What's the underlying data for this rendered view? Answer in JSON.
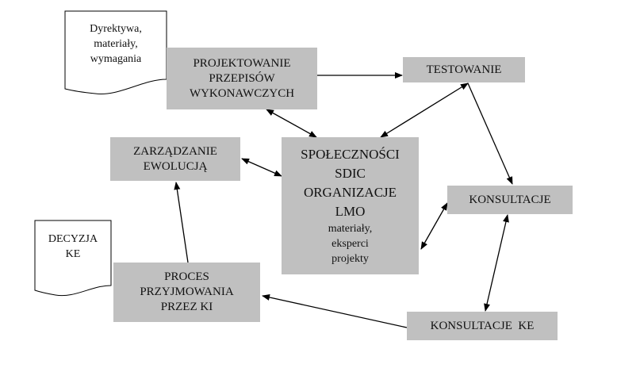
{
  "documents": {
    "inputs": [
      "Dyrektywa,",
      "materiały,",
      "wymagania"
    ],
    "decision": [
      "DECYZJA",
      "KE"
    ]
  },
  "nodes": {
    "design": [
      "PROJEKTOWANIE",
      "PRZEPISÓW",
      "WYKONAWCZYCH"
    ],
    "testing": "TESTOWANIE",
    "evolution": [
      "ZARZĄDZANIE",
      "EWOLUCJĄ"
    ],
    "community": {
      "title": [
        "SPOŁECZNOŚCI",
        "SDIC",
        "ORGANIZACJE",
        "LMO"
      ],
      "details": [
        "materiały,",
        "eksperci",
        "projekty"
      ]
    },
    "consultation": "KONSULTACJE",
    "adoption": [
      "PROCES",
      "PRZYJMOWANIA",
      "PRZEZ KI"
    ],
    "ec_consultation": "KONSULTACJE  KE"
  },
  "colors": {
    "box": "#c0c0c0",
    "line": "#000000"
  }
}
